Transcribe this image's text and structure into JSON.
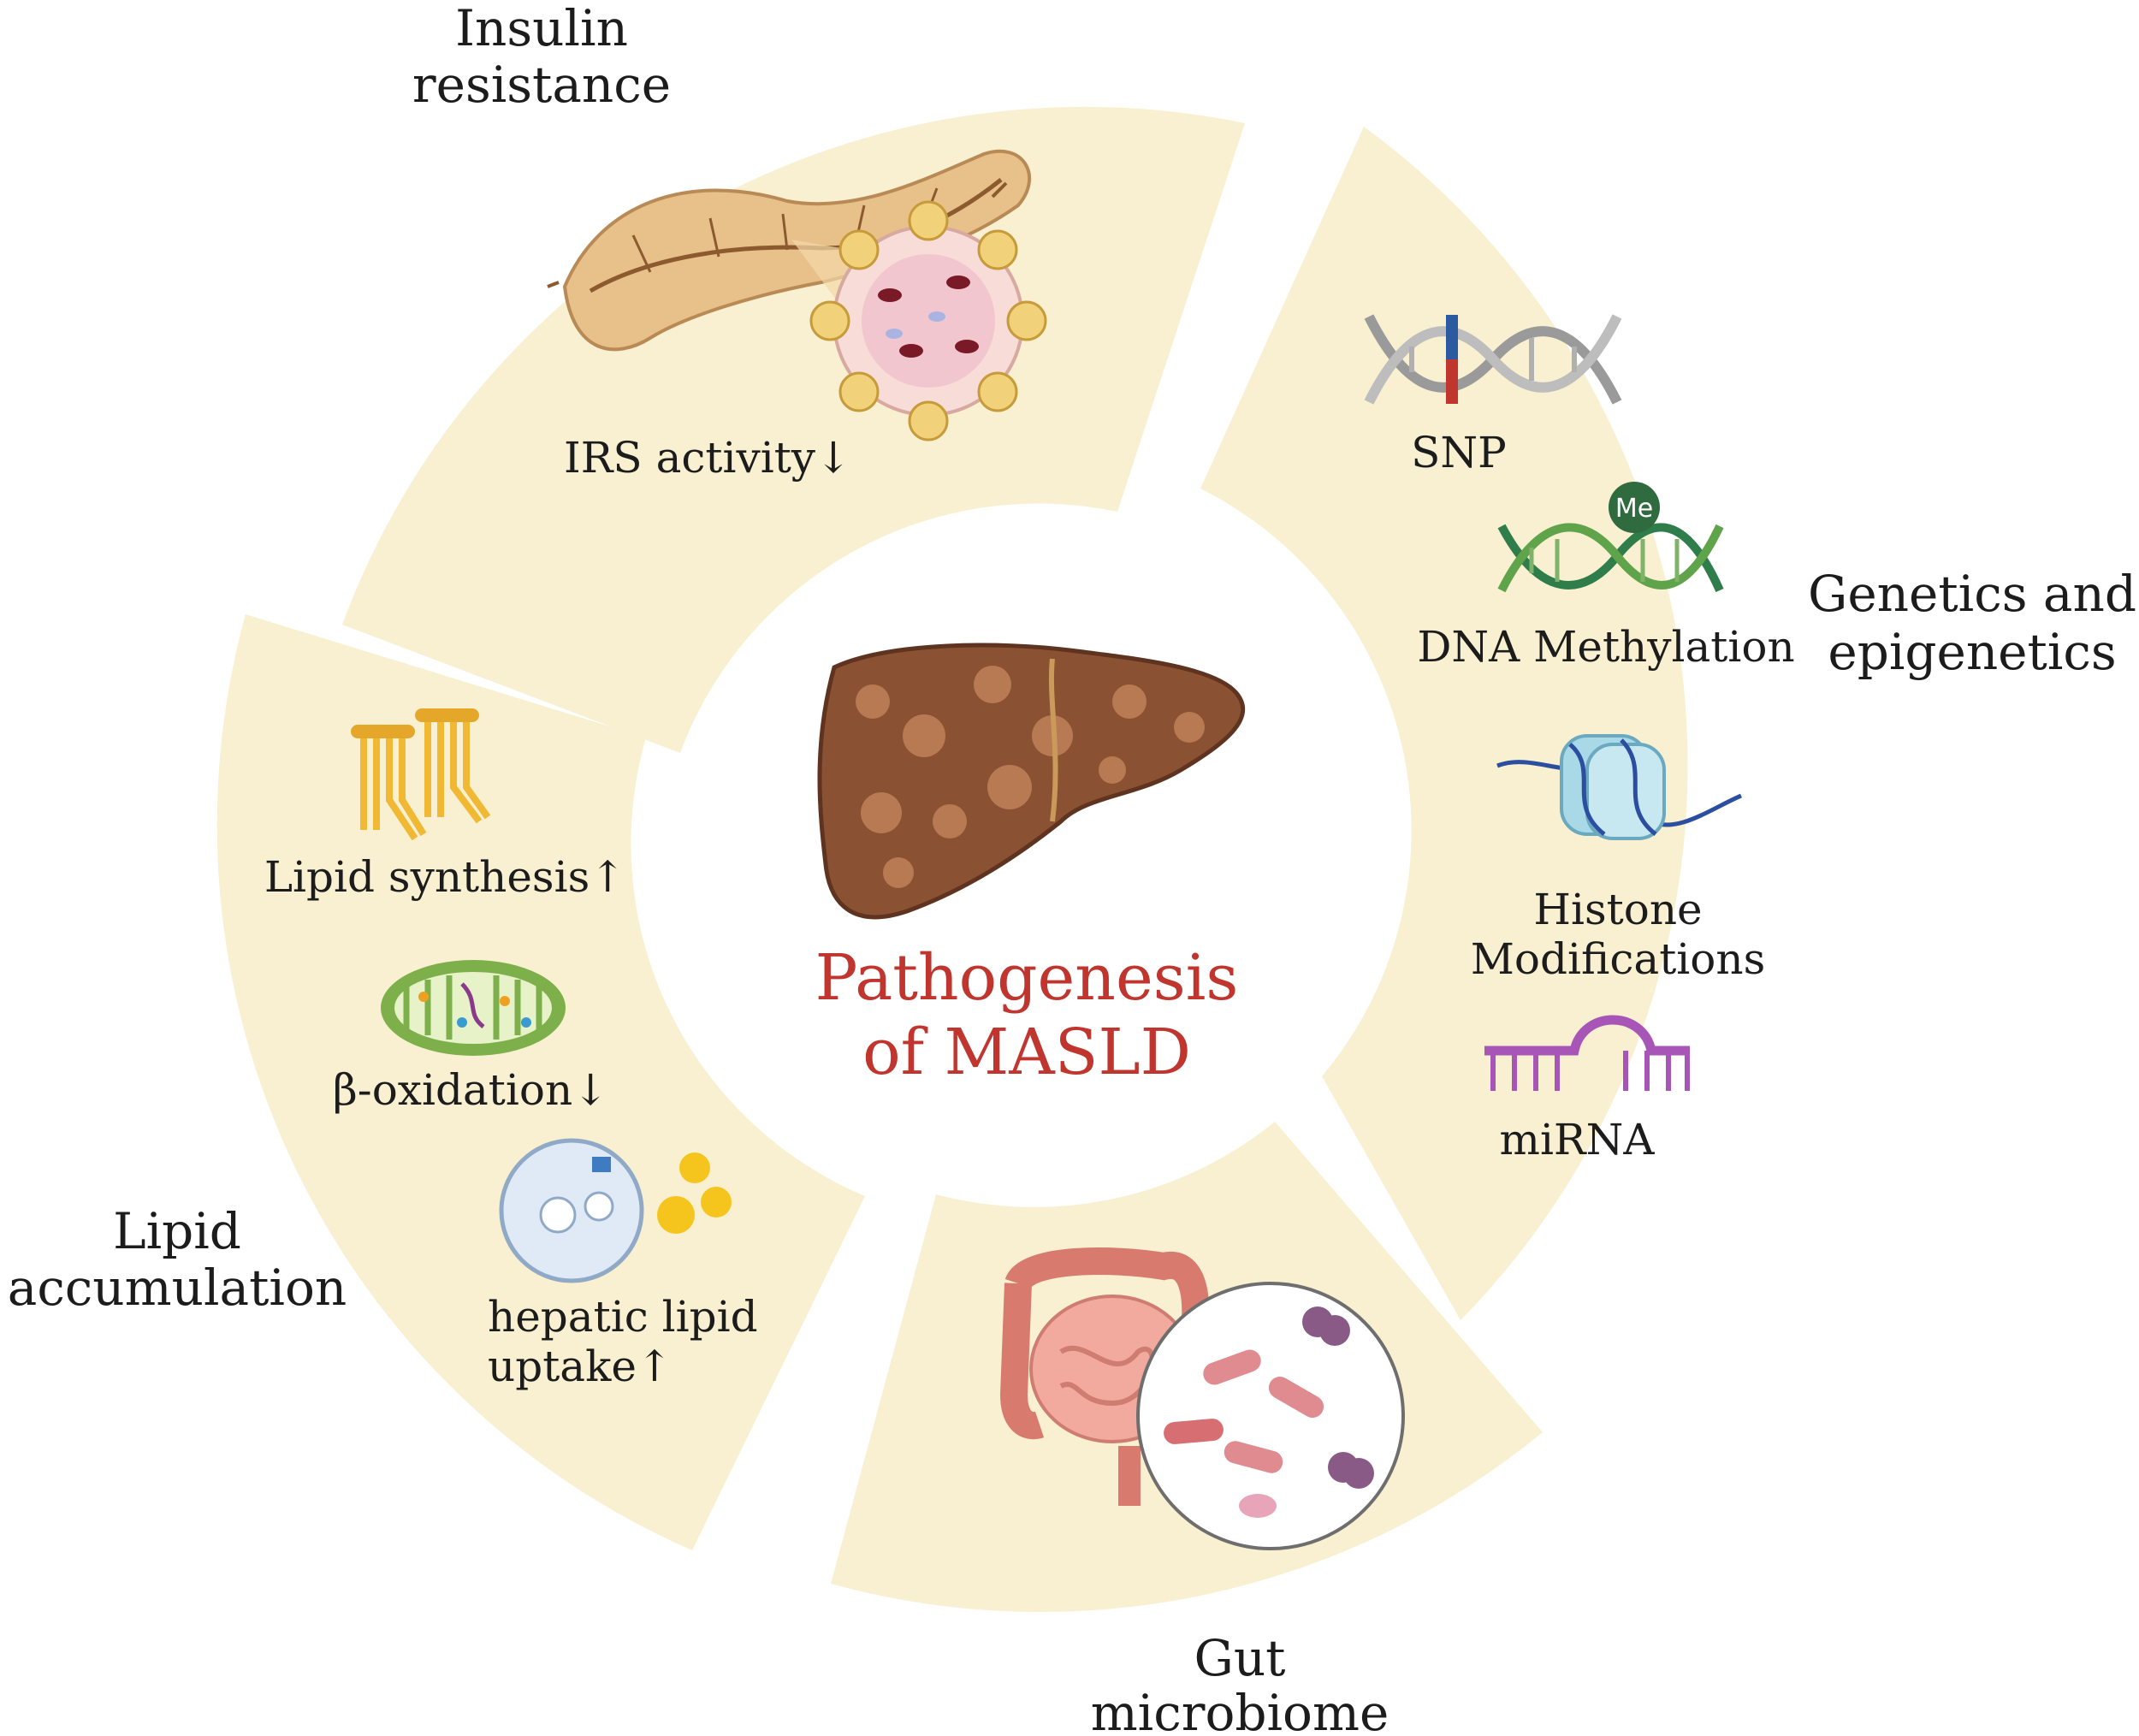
{
  "title": {
    "line1": "Pathogenesis",
    "line2": "of MASLD"
  },
  "segments": {
    "insulin": {
      "heading_line1": "Insulin",
      "heading_line2": "resistance",
      "items": [
        "IRS activity↓"
      ],
      "icons": [
        "pancreas-icon",
        "pancreatic-islet-icon"
      ]
    },
    "genetics": {
      "heading_line1": "Genetics and",
      "heading_line2": "epigenetics",
      "items": [
        "SNP",
        "DNA Methylation",
        "Histone",
        "Modifications",
        "miRNA"
      ],
      "methyl_tag": "Me",
      "icons": [
        "dna-snp-icon",
        "dna-methylation-icon",
        "nucleosome-icon",
        "mirna-icon"
      ]
    },
    "gut": {
      "heading_line1": "Gut",
      "heading_line2": "microbiome",
      "icons": [
        "intestine-icon",
        "bacteria-icon"
      ]
    },
    "lipid": {
      "heading_line1": "Lipid",
      "heading_line2": "accumulation",
      "items": [
        "Lipid synthesis↑",
        "β-oxidation↓",
        "hepatic lipid",
        "uptake↑"
      ],
      "icons": [
        "phospholipid-icon",
        "mitochondrion-icon",
        "lipid-uptake-cell-icon"
      ]
    }
  },
  "center": {
    "icon": "fatty-liver-icon"
  },
  "colors": {
    "segment_fill": "#f8f0d0",
    "title": "#c0352e",
    "liver": "#8a5232",
    "lipid_yellow": "#f2c12e"
  }
}
